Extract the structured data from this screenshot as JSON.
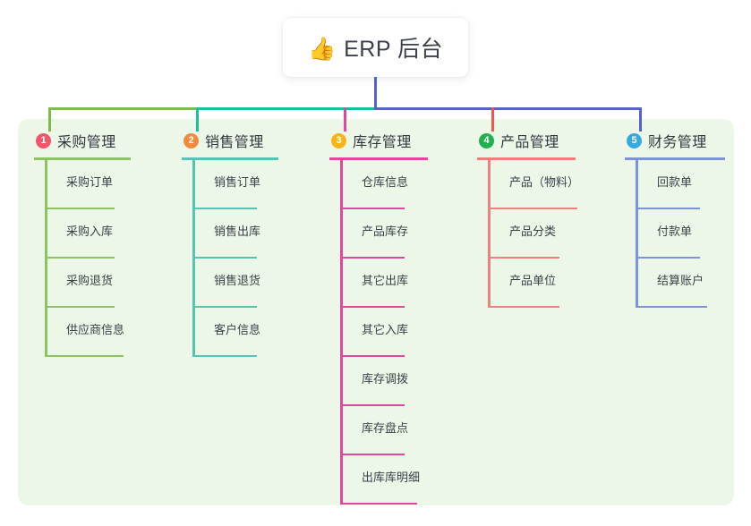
{
  "root": {
    "emoji_icon": "thumbs-up-icon",
    "emoji": "👍",
    "title": "ERP 后台"
  },
  "panel": {
    "background_color": "#edf7e8"
  },
  "connectors": {
    "stem_color": "#5463c4",
    "bus_segment_colors": [
      "#7fba4c",
      "#1bbfa0",
      "#5463c4"
    ],
    "drop_colors": [
      "#7fba4c",
      "#1bbfa0",
      "#e0479e",
      "#f0564f",
      "#5463c4"
    ]
  },
  "branches": [
    {
      "number": "1",
      "badge_color": "#f0556b",
      "line_color": "#8cc262",
      "title": "采购管理",
      "items": [
        "采购订单",
        "采购入库",
        "采购退货",
        "供应商信息"
      ]
    },
    {
      "number": "2",
      "badge_color": "#f08a3c",
      "line_color": "#56c4b4",
      "title": "销售管理",
      "items": [
        "销售订单",
        "销售出库",
        "销售退货",
        "客户信息"
      ]
    },
    {
      "number": "3",
      "badge_color": "#f5b513",
      "line_color": "#e0479e",
      "title": "库存管理",
      "items": [
        "仓库信息",
        "产品库存",
        "其它出库",
        "其它入库",
        "库存调拨",
        "库存盘点",
        "出库库明细"
      ]
    },
    {
      "number": "4",
      "badge_color": "#22b04f",
      "line_color": "#f0807c",
      "title": "产品管理",
      "items": [
        "产品（物料）",
        "产品分类",
        "产品单位"
      ]
    },
    {
      "number": "5",
      "badge_color": "#36a9e1",
      "line_color": "#7b93d8",
      "title": "财务管理",
      "items": [
        "回款单",
        "付款单",
        "结算账户"
      ]
    }
  ]
}
